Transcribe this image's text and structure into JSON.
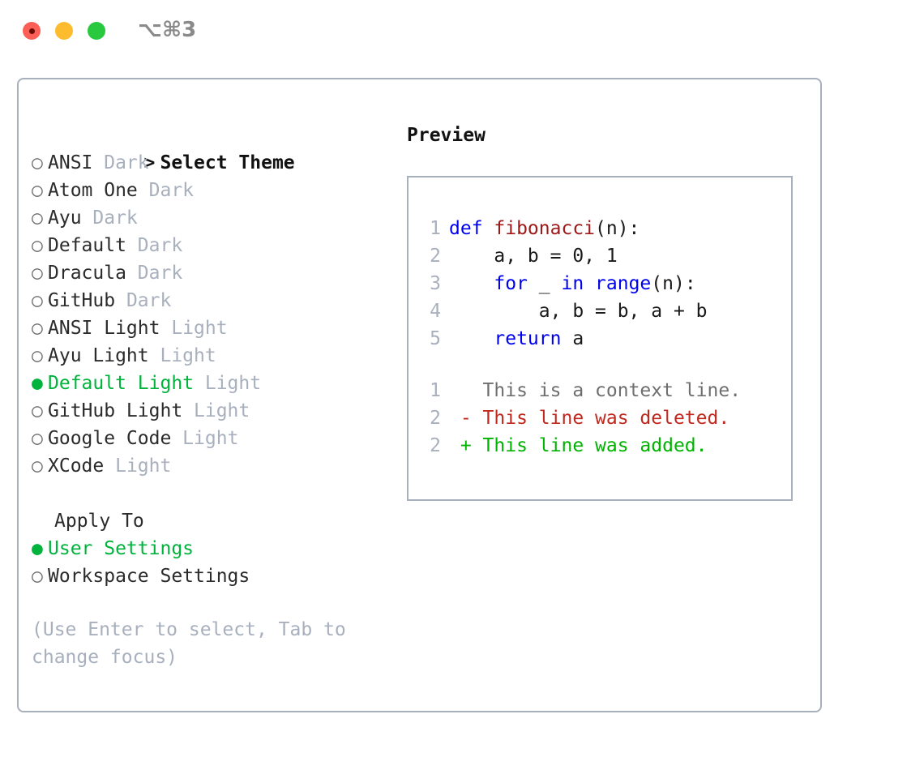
{
  "window": {
    "title": "⌥⌘3",
    "controls": [
      {
        "name": "close",
        "color": "#fb5f57"
      },
      {
        "name": "minimize",
        "color": "#fdbc2e"
      },
      {
        "name": "zoom",
        "color": "#28c83f"
      }
    ]
  },
  "colors": {
    "accent_green": "#00b33c",
    "muted": "#a8b0bd",
    "border": "#a9b0bd",
    "keyword_blue": "#0000f0",
    "function_red": "#a01818",
    "diff_deleted": "#c0281e",
    "diff_added": "#00b300"
  },
  "theme_list": {
    "caret": ">",
    "header": "Select Theme",
    "bullet_on": "●",
    "bullet_off": "○",
    "items": [
      {
        "label": "ANSI",
        "variant": "Dark",
        "selected": false
      },
      {
        "label": "Atom One",
        "variant": "Dark",
        "selected": false
      },
      {
        "label": "Ayu",
        "variant": "Dark",
        "selected": false
      },
      {
        "label": "Default",
        "variant": "Dark",
        "selected": false
      },
      {
        "label": "Dracula",
        "variant": "Dark",
        "selected": false
      },
      {
        "label": "GitHub",
        "variant": "Dark",
        "selected": false
      },
      {
        "label": "ANSI Light",
        "variant": "Light",
        "selected": false
      },
      {
        "label": "Ayu Light",
        "variant": "Light",
        "selected": false
      },
      {
        "label": "Default Light",
        "variant": "Light",
        "selected": true
      },
      {
        "label": "GitHub Light",
        "variant": "Light",
        "selected": false
      },
      {
        "label": "Google Code",
        "variant": "Light",
        "selected": false
      },
      {
        "label": "XCode",
        "variant": "Light",
        "selected": false
      }
    ]
  },
  "apply_to": {
    "label": "Apply To",
    "items": [
      {
        "label": "User Settings",
        "selected": true
      },
      {
        "label": "Workspace Settings",
        "selected": false
      }
    ]
  },
  "hint": "(Use Enter to select, Tab to change focus)",
  "preview": {
    "title": "Preview",
    "code_lines": [
      {
        "num": "1",
        "tokens": [
          {
            "t": "def ",
            "c": "kw"
          },
          {
            "t": "fibonacci",
            "c": "fn"
          },
          {
            "t": "(n):",
            "c": "plain"
          }
        ]
      },
      {
        "num": "2",
        "tokens": [
          {
            "t": "    a, b = 0, 1",
            "c": "plain"
          }
        ]
      },
      {
        "num": "3",
        "tokens": [
          {
            "t": "    ",
            "c": "plain"
          },
          {
            "t": "for",
            "c": "kw"
          },
          {
            "t": " _ ",
            "c": "plain"
          },
          {
            "t": "in",
            "c": "kw"
          },
          {
            "t": " ",
            "c": "plain"
          },
          {
            "t": "range",
            "c": "kw"
          },
          {
            "t": "(n):",
            "c": "plain"
          }
        ]
      },
      {
        "num": "4",
        "tokens": [
          {
            "t": "        a, b = b, a + b",
            "c": "plain"
          }
        ]
      },
      {
        "num": "5",
        "tokens": [
          {
            "t": "    ",
            "c": "plain"
          },
          {
            "t": "return",
            "c": "kw"
          },
          {
            "t": " a",
            "c": "plain"
          }
        ]
      }
    ],
    "diff_lines": [
      {
        "num": "1",
        "marker": " ",
        "text": " This is a context line.",
        "kind": "ctx"
      },
      {
        "num": "2",
        "marker": "-",
        "text": " This line was deleted.",
        "kind": "del"
      },
      {
        "num": "2",
        "marker": "+",
        "text": " This line was added.",
        "kind": "add"
      }
    ]
  }
}
